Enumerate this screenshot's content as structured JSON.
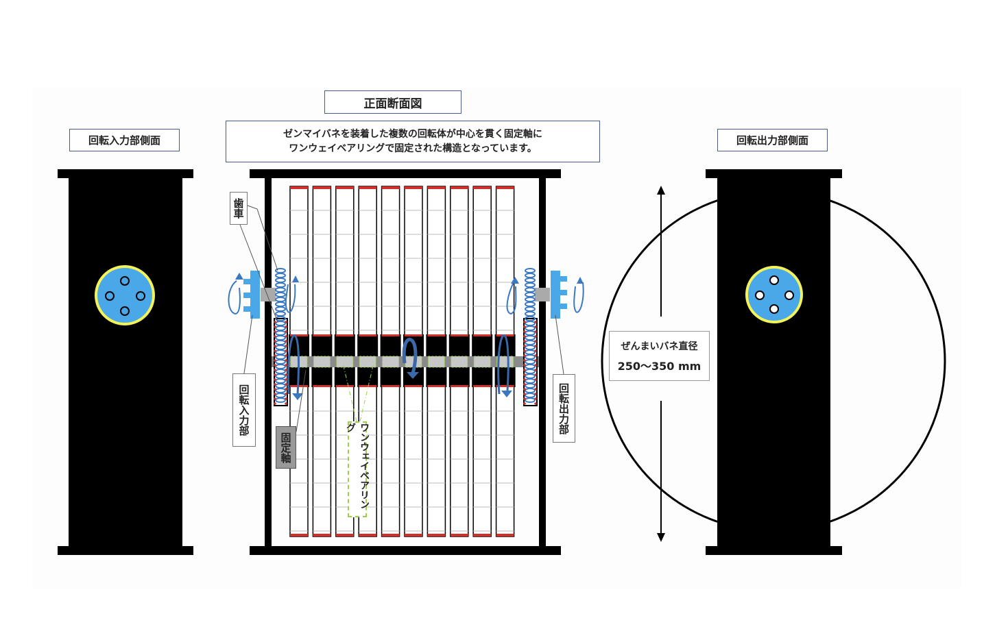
{
  "labels": {
    "left_side": "回転入力部側面",
    "front_title": "正面断面図",
    "description_line1": "ゼンマイバネを装着した複数の回転体が中心を貫く固定軸に",
    "description_line2": "ワンウェイベアリングで固定された構造となっています。",
    "right_side": "回転出力部側面",
    "gear": "歯車",
    "input": "回転入力部",
    "fixed_shaft": "固定軸",
    "one_way_bearing": "ワンウェイベアリング",
    "output": "回転出力部",
    "diameter_title": "ぜんまいバネ直径",
    "diameter_value": "250〜350 mm"
  },
  "colors": {
    "hub": "#4aa8e8",
    "hub_ring": "#f2f25a",
    "spring_edge": "#d0302a",
    "shaft": "#9a9a9a",
    "bearing": "#9ad04a"
  },
  "spring_count": 10
}
